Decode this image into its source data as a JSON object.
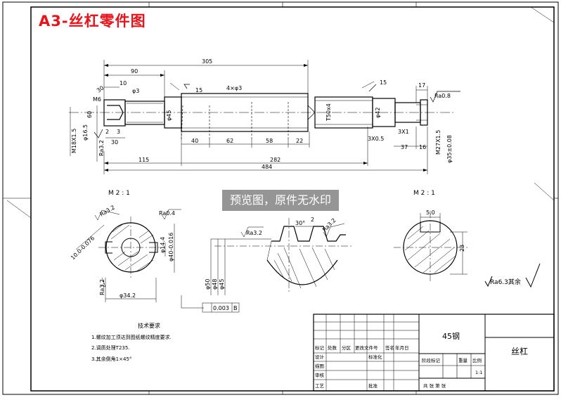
{
  "title": "A3-丝杠零件图",
  "watermark": "预览图，原件无水印",
  "colors": {
    "title": "#e8141b",
    "line": "#000000",
    "watermark_bg": "#8a8a8a"
  },
  "dims": {
    "d305": "305",
    "d90": "90",
    "d10": "10",
    "d3a": "φ3",
    "d15a": "15",
    "d15b": "15",
    "d4x3": "4×φ3",
    "d17": "17",
    "ra08": "Ra0.8",
    "m6": "M6",
    "d30a": "30",
    "d60": "60",
    "d165": "φ16.5",
    "m18": "M18X1.5",
    "ra32a": "Ra3.2",
    "d2": "2",
    "d3": "3",
    "d30b": "30",
    "d45": "φ45",
    "t50": "T50x4",
    "d42": "φ42",
    "d40": "40",
    "d62": "62",
    "d58": "58",
    "d22": "22",
    "x05": "3X0.5",
    "x1": "3X1",
    "d37": "37",
    "d16": "16",
    "m27": "M27X1.5",
    "d35": "φ35±0.08",
    "d115": "115",
    "d282": "282",
    "d484": "484"
  },
  "views": {
    "m21_left": "M 2 : 1",
    "m21_right": "M 2 : 1",
    "ra32b": "Ra3.2",
    "ra04": "Ra0.4",
    "d10hole": "10.0-0.076",
    "d144": "φ14.4",
    "d40tol": "φ40-0.016",
    "ra32c": "Ra3.2",
    "d342": "φ34.2",
    "ra32d": "Ra3.2",
    "d30deg": "30°",
    "d2b": "2",
    "ra32e": "Ra3.2",
    "d50": "φ50",
    "d48": "φ48",
    "d45b": "φ45",
    "tol": "0.003",
    "datum": "B",
    "d50b": "5.0",
    "d23": "23",
    "rest": "Ra6.3其余"
  },
  "notes": {
    "heading": "技术要求",
    "lines": [
      "1.螺纹加工须达到图纸螺纹精度要求.",
      "2.调质处理T235.",
      "3.其余倒角1×45°"
    ]
  },
  "titleblock": {
    "material": "45钢",
    "name": "丝杠",
    "h1": "标记",
    "h2": "处数",
    "h3": "分区",
    "h4": "更改文件号",
    "h5": "签名",
    "h6": "年月日",
    "r1": "设计",
    "r1b": "标准化",
    "r2": "描图",
    "r3": "审核",
    "r4": "工艺",
    "r4b": "批准",
    "stage": "阶段标记",
    "weight": "重量",
    "scale": "比例",
    "scale_val": "1:1",
    "sheets": "共   张 第   张"
  }
}
